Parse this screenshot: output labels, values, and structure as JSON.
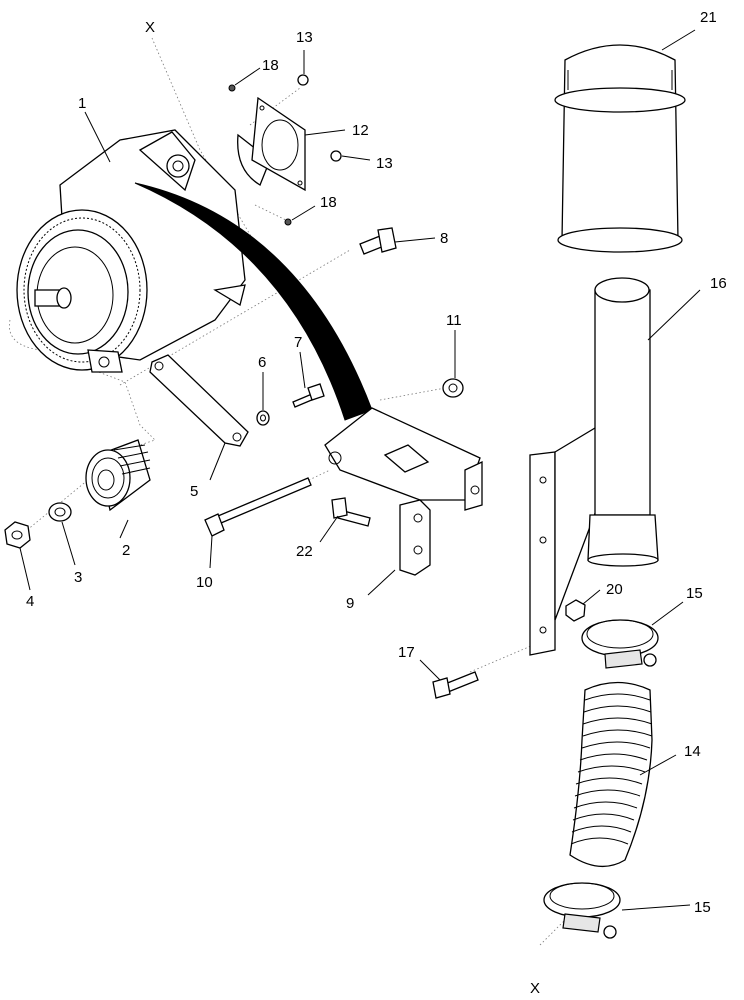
{
  "diagram": {
    "callouts": {
      "c1": "1",
      "c2": "2",
      "c3": "3",
      "c4": "4",
      "c5": "5",
      "c6": "6",
      "c7": "7",
      "c8": "8",
      "c9": "9",
      "c10": "10",
      "c11": "11",
      "c12": "12",
      "c13a": "13",
      "c13b": "13",
      "c14": "14",
      "c15a": "15",
      "c15b": "15",
      "c16": "16",
      "c17": "17",
      "c18a": "18",
      "c18b": "18",
      "c20": "20",
      "c21": "21",
      "c22": "22",
      "xtop": "X",
      "xbottom": "X"
    }
  }
}
